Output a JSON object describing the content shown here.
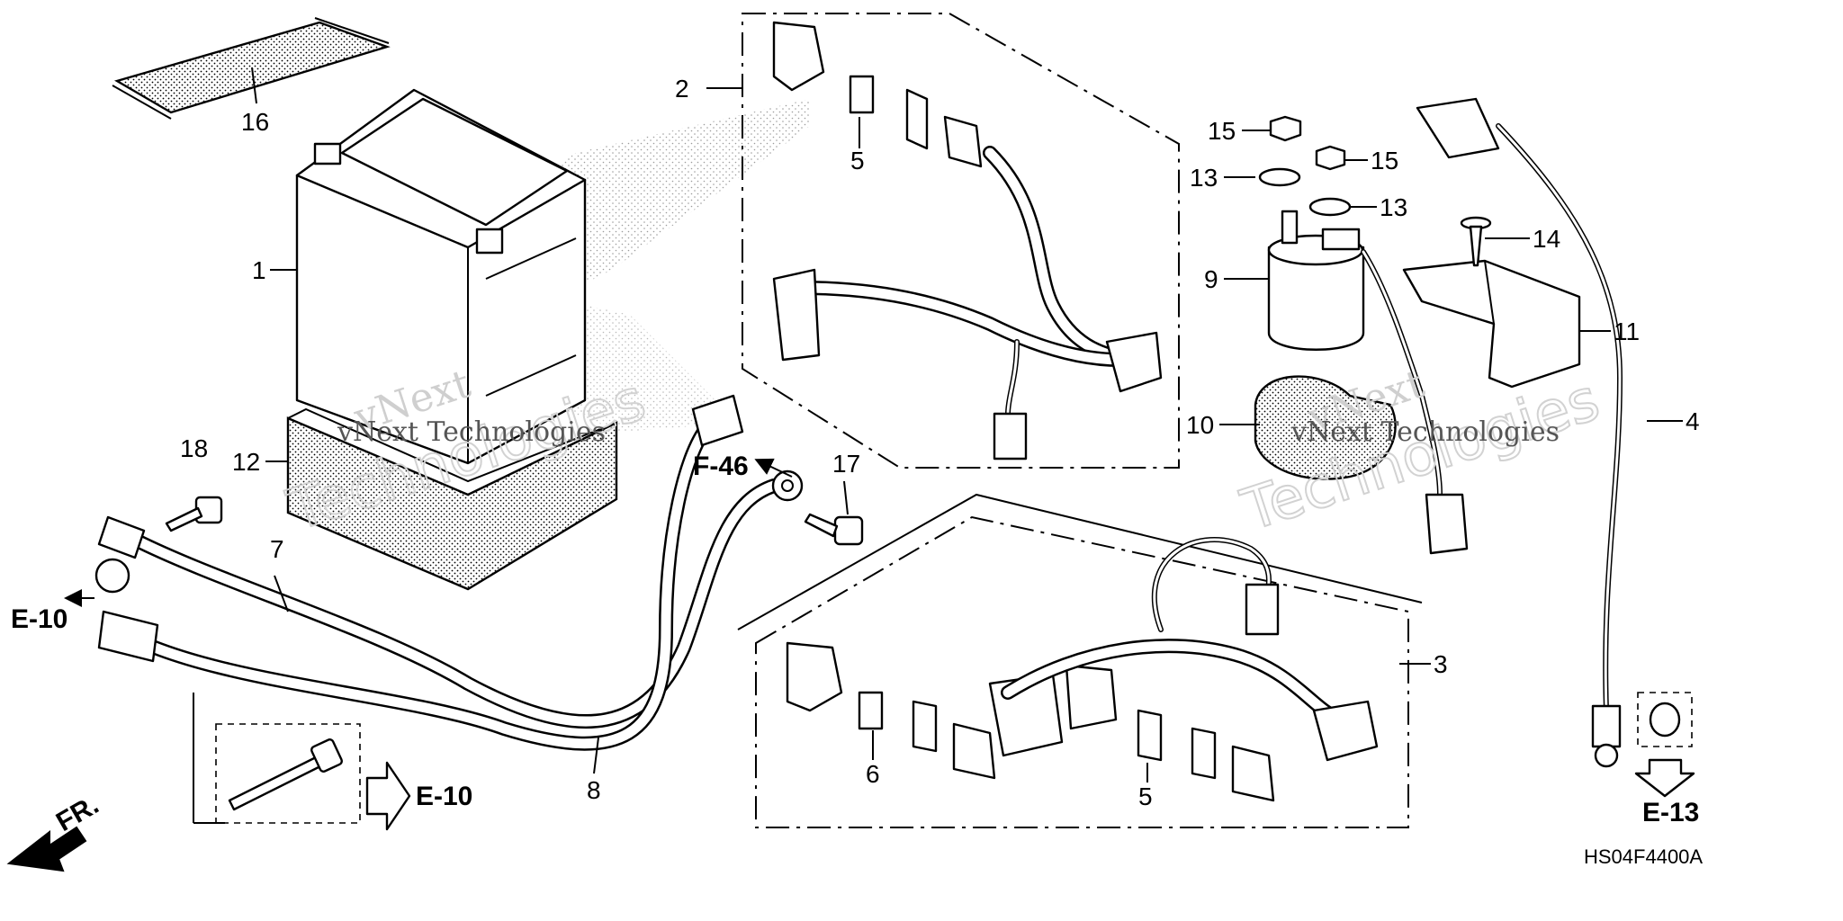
{
  "callouts": {
    "c1": "1",
    "c2": "2",
    "c3": "3",
    "c4": "4",
    "c5a": "5",
    "c5b": "5",
    "c6": "6",
    "c7": "7",
    "c8": "8",
    "c9": "9",
    "c10": "10",
    "c11": "11",
    "c12": "12",
    "c13a": "13",
    "c13b": "13",
    "c14": "14",
    "c15a": "15",
    "c15b": "15",
    "c16": "16",
    "c17": "17",
    "c18": "18"
  },
  "references": {
    "e10_left": "E-10",
    "e10_bottom": "E-10",
    "f46": "F-46",
    "e13": "E-13",
    "front": "FR."
  },
  "drawing_code": "HS04F4400A",
  "watermark": {
    "line1": "vNext",
    "line2": "Technologies",
    "line3": "vNext Technologies"
  }
}
